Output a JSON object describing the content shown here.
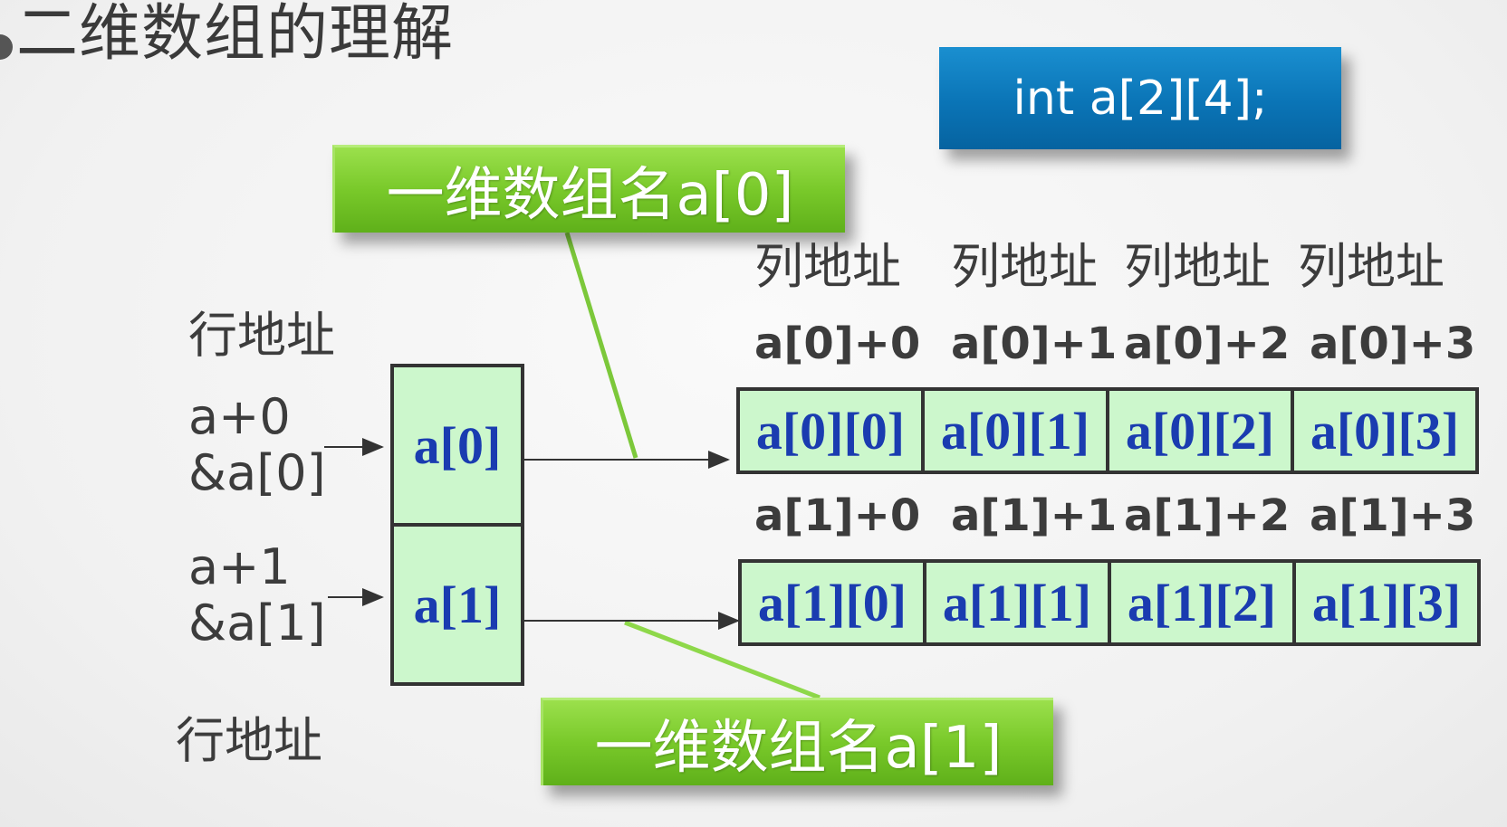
{
  "title": "二维数组的理解",
  "declaration": "int a[2][4];",
  "label_a0": "一维数组名a[0]",
  "label_a1": "一维数组名a[1]",
  "row_address_label": "行地址",
  "col_address_label": "列地址",
  "row_pointers": [
    {
      "line1": "a+0",
      "line2": "&a[0]"
    },
    {
      "line1": "a+1",
      "line2": "&a[1]"
    }
  ],
  "row_boxes": [
    "a[0]",
    "a[1]"
  ],
  "col_headers": [
    "列地址",
    "列地址",
    "列地址",
    "列地址"
  ],
  "row0_addresses": [
    "a[0]+0",
    "a[0]+1",
    "a[0]+2",
    "a[0]+3"
  ],
  "row0_cells": [
    "a[0][0]",
    "a[0][1]",
    "a[0][2]",
    "a[0][3]"
  ],
  "row1_addresses": [
    "a[1]+0",
    "a[1]+1",
    "a[1]+2",
    "a[1]+3"
  ],
  "row1_cells": [
    "a[1][0]",
    "a[1][1]",
    "a[1][2]",
    "a[1][3]"
  ],
  "colors": {
    "cell_fill": "#ccf7cc",
    "cell_text": "#1a3cb0",
    "label_green": "#79c92a",
    "decl_blue": "#0a74b6"
  }
}
